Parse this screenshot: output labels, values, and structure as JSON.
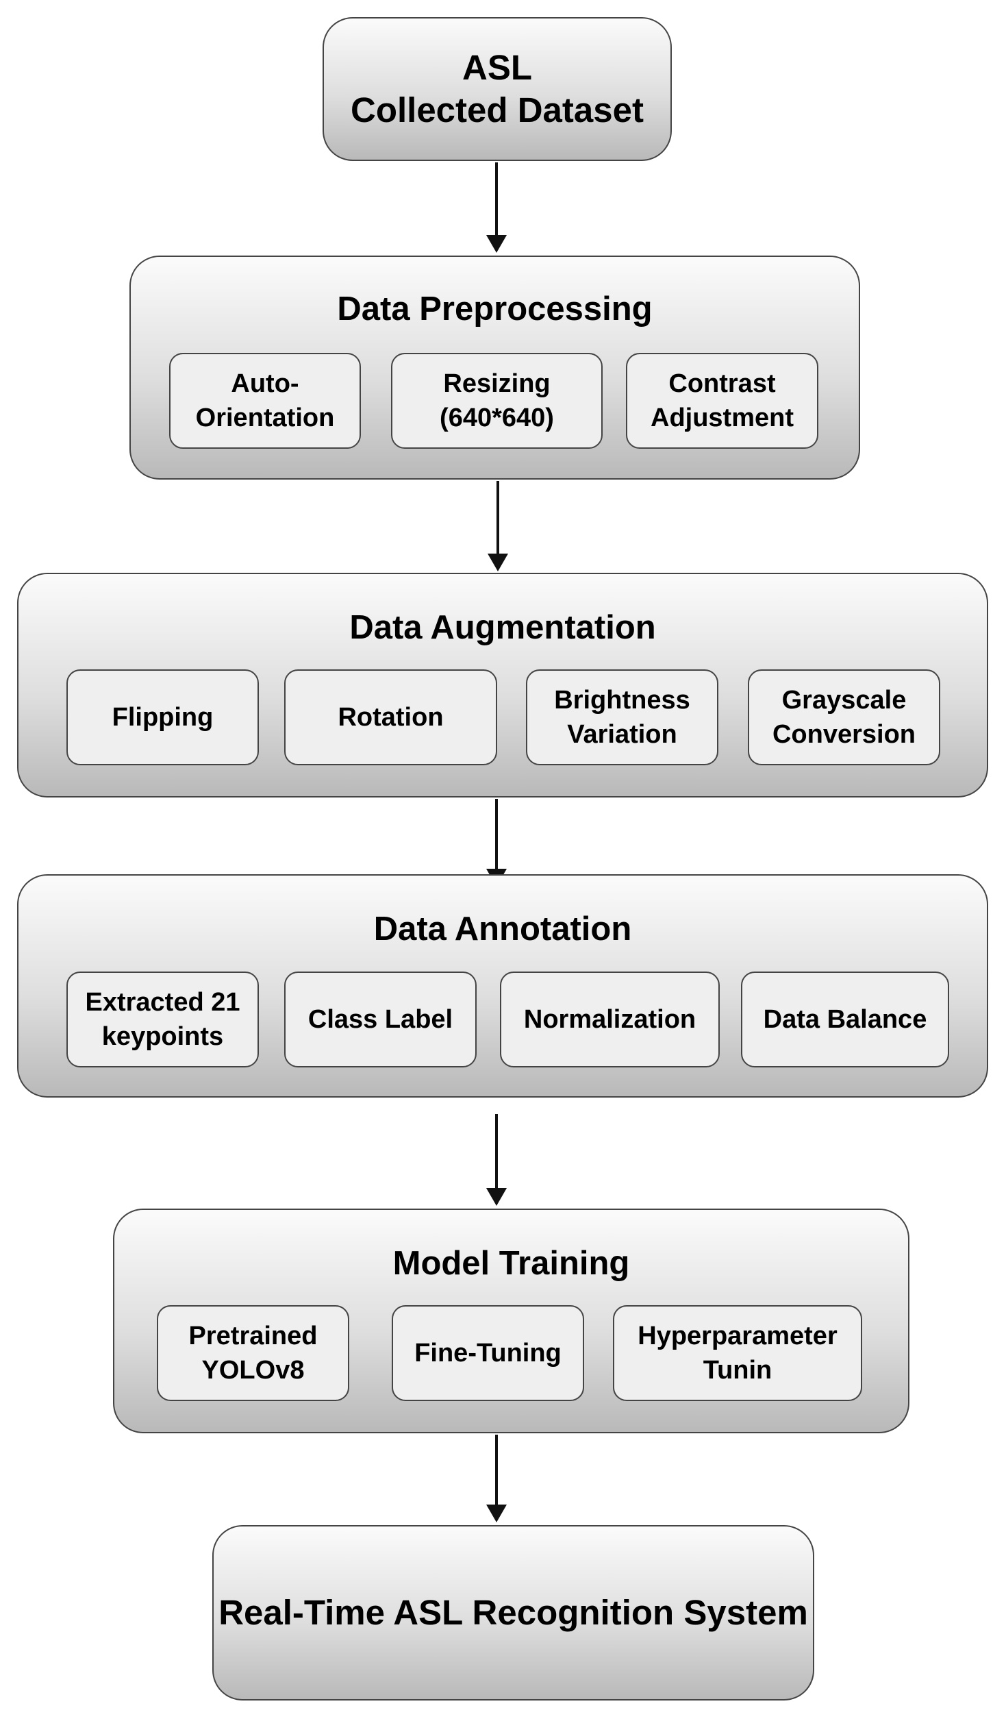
{
  "source": {
    "lines": [
      "ASL",
      "Collected Dataset"
    ]
  },
  "stages": [
    {
      "title": "Data Preprocessing",
      "steps": [
        {
          "lines": [
            "Auto-",
            "Orientation"
          ]
        },
        {
          "lines": [
            "Resizing",
            "(640*640)"
          ]
        },
        {
          "lines": [
            "Contrast",
            "Adjustment"
          ]
        }
      ]
    },
    {
      "title": "Data Augmentation",
      "steps": [
        {
          "lines": [
            "Flipping"
          ]
        },
        {
          "lines": [
            "Rotation"
          ]
        },
        {
          "lines": [
            "Brightness",
            "Variation"
          ]
        },
        {
          "lines": [
            "Grayscale",
            "Conversion"
          ]
        }
      ]
    },
    {
      "title": "Data Annotation",
      "steps": [
        {
          "lines": [
            "Extracted 21",
            "keypoints"
          ]
        },
        {
          "lines": [
            "Class Label"
          ]
        },
        {
          "lines": [
            "Normalization"
          ]
        },
        {
          "lines": [
            "Data Balance"
          ]
        }
      ]
    },
    {
      "title": "Model Training",
      "steps": [
        {
          "lines": [
            "Pretrained",
            "YOLOv8"
          ]
        },
        {
          "lines": [
            "Fine-Tuning"
          ]
        },
        {
          "lines": [
            "Hyperparameter",
            "Tunin"
          ]
        }
      ]
    }
  ],
  "output": {
    "lines": [
      "Real-Time ASL Recognition System"
    ]
  }
}
